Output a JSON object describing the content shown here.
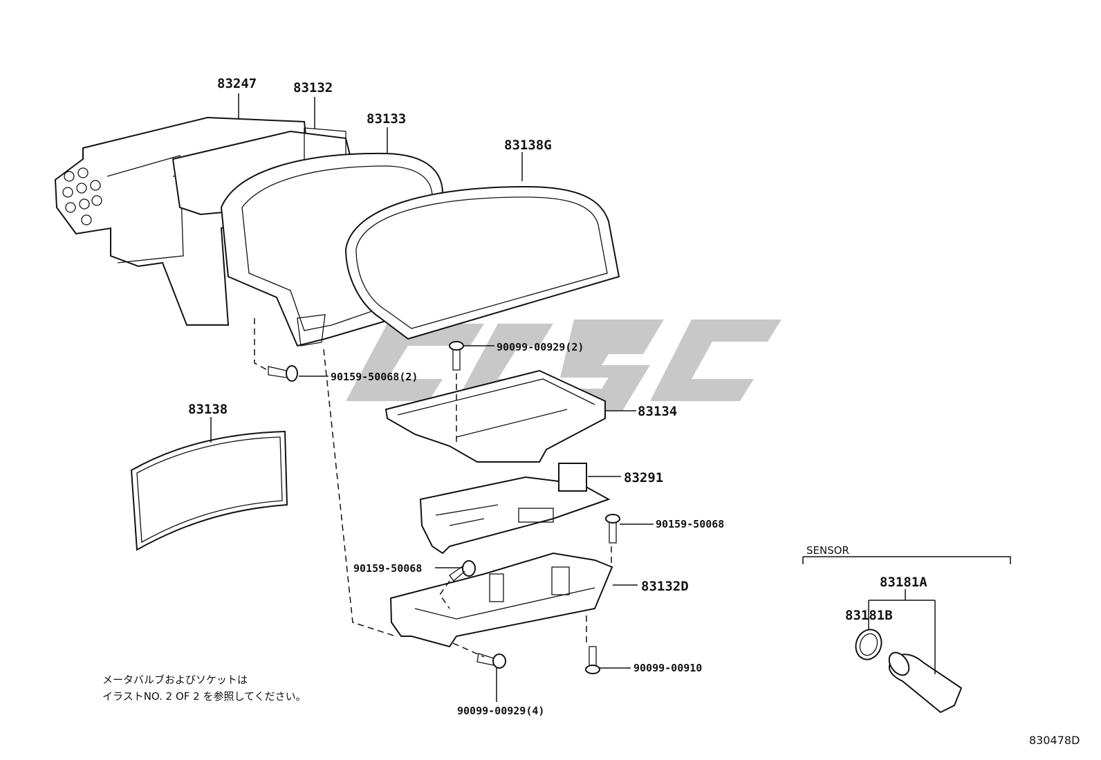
{
  "note": {
    "line1": "メータバルブおよびソケットは",
    "line2": "イラストNO. 2  OF  2  を参照してください。"
  },
  "section": {
    "sensor": "SENSOR"
  },
  "figure_id": "830478D",
  "parts": {
    "p83247": "83247",
    "p83132": "83132",
    "p83133": "83133",
    "p83138G": "83138G",
    "p90099_00929_2": "90099-00929(2)",
    "p90159_50068_2": "90159-50068(2)",
    "p83138": "83138",
    "p83134": "83134",
    "p83291": "83291",
    "p90159_50068_a": "90159-50068",
    "p90159_50068_b": "90159-50068",
    "p83132D": "83132D",
    "p90099_00910": "90099-00910",
    "p90099_00929_4": "90099-00929(4)",
    "p83181A": "83181A",
    "p83181B": "83181B"
  }
}
